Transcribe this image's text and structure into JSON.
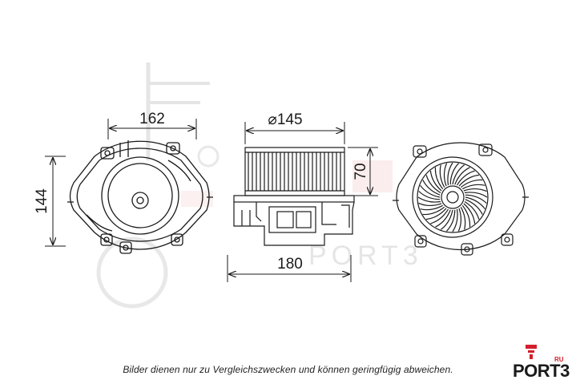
{
  "dimensions": {
    "width_left": "162",
    "height_left": "144",
    "diameter": "⌀145",
    "height_fan": "70",
    "width_base": "180"
  },
  "caption": "Bilder dienen nur zu Vergleichszwecken und können geringfügig abweichen.",
  "logo": {
    "brand": "PORT3",
    "suffix": "RU",
    "accent": "#d21f2b"
  },
  "colors": {
    "line": "#1a1a1a",
    "watermark": "#c9c9c9",
    "watermark_red": "#f2b3b3"
  }
}
